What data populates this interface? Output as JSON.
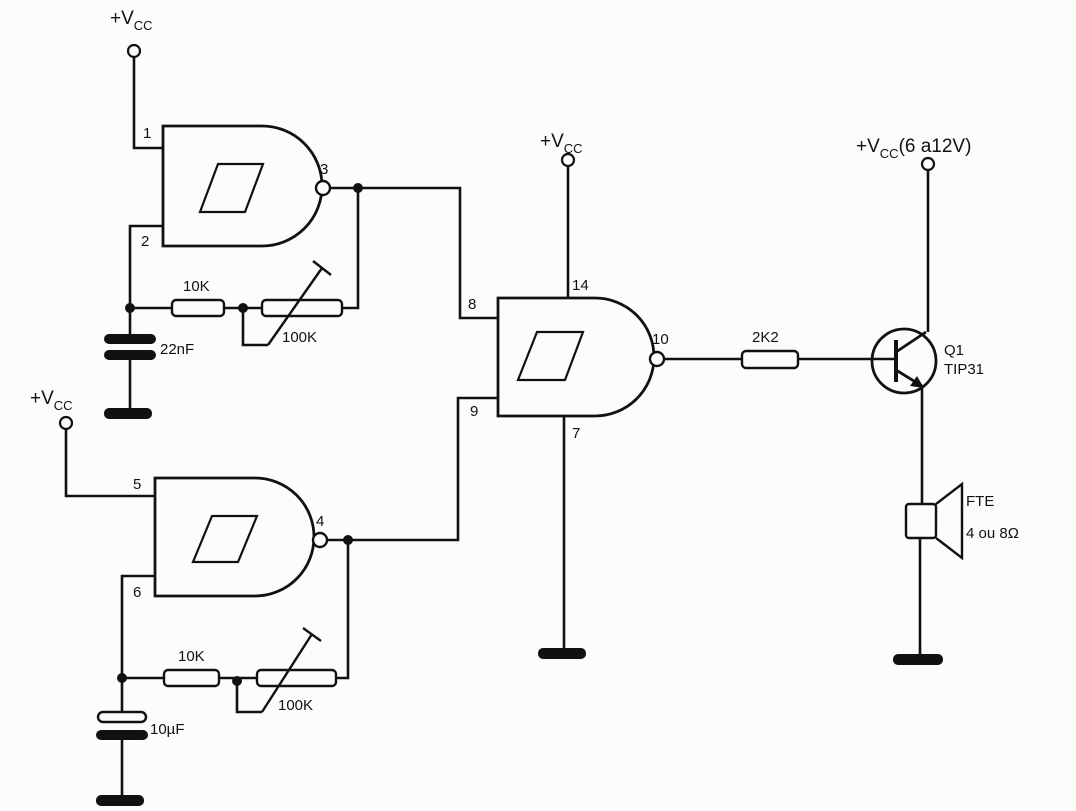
{
  "supply_labels": {
    "vcc_gate1": "+V",
    "vcc_gate2": "+V",
    "vcc_gate3": "+V",
    "vcc_out": "+V",
    "vcc_sub": "CC",
    "vcc_out_range": "(6 a12V)"
  },
  "gate1": {
    "pin_in_a": "1",
    "pin_in_b": "2",
    "pin_out": "3"
  },
  "gate2": {
    "pin_in_a": "5",
    "pin_in_b": "6",
    "pin_out": "4"
  },
  "gate3": {
    "pin_in_a": "8",
    "pin_in_b": "9",
    "pin_out": "10",
    "pin_vcc": "14",
    "pin_gnd": "7"
  },
  "osc1": {
    "resistor": "10K",
    "trimmer": "100K",
    "capacitor": "22nF"
  },
  "osc2": {
    "resistor": "10K",
    "trimmer": "100K",
    "capacitor": "10µF"
  },
  "base_resistor": "2K2",
  "transistor": {
    "ref": "Q1",
    "part": "TIP31"
  },
  "speaker": {
    "ref": "FTE",
    "impedance": "4 ou 8Ω"
  },
  "colors": {
    "ink": "#111111",
    "paper": "#fcfcfa"
  }
}
